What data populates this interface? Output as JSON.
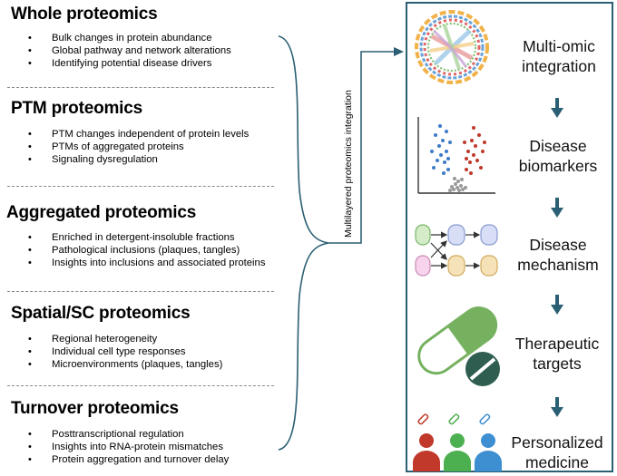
{
  "sections": [
    {
      "title": "Whole proteomics",
      "bullets": [
        "Bulk changes in protein abundance",
        "Global pathway and network alterations",
        "Identifying potential disease drivers"
      ]
    },
    {
      "title": "PTM proteomics",
      "bullets": [
        "PTM changes independent of protein levels",
        "PTMs of aggregated proteins",
        "Signaling dysregulation"
      ]
    },
    {
      "title": "Aggregated proteomics",
      "bullets": [
        "Enriched in detergent-insoluble fractions",
        "Pathological inclusions (plaques, tangles)",
        "Insights into inclusions and associated proteins"
      ]
    },
    {
      "title": "Spatial/SC proteomics",
      "bullets": [
        "Regional heterogeneity",
        "Individual cell type responses",
        "Microenvironments (plaques, tangles)"
      ]
    },
    {
      "title": "Turnover proteomics",
      "bullets": [
        "Posttranscriptional regulation",
        "Insights into RNA-protein mismatches",
        "Protein aggregation and turnover delay"
      ]
    }
  ],
  "integration_label": "Multilayered proteomics integration",
  "outcomes": [
    {
      "line1": "Multi-omic",
      "line2": "integration",
      "icon": "circos-plot-icon"
    },
    {
      "line1": "Disease",
      "line2": "biomarkers",
      "icon": "volcano-plot-icon"
    },
    {
      "line1": "Disease",
      "line2": "mechanism",
      "icon": "pathway-network-icon"
    },
    {
      "line1": "Therapeutic",
      "line2": "targets",
      "icon": "pill-icon"
    },
    {
      "line1": "Personalized",
      "line2": "medicine",
      "icon": "patients-icon"
    }
  ],
  "colors": {
    "accent": "#2b5f73",
    "divider": "#8a8a8a",
    "red": "#c0392b",
    "green": "#4caf50",
    "blue": "#3d8fd1"
  }
}
